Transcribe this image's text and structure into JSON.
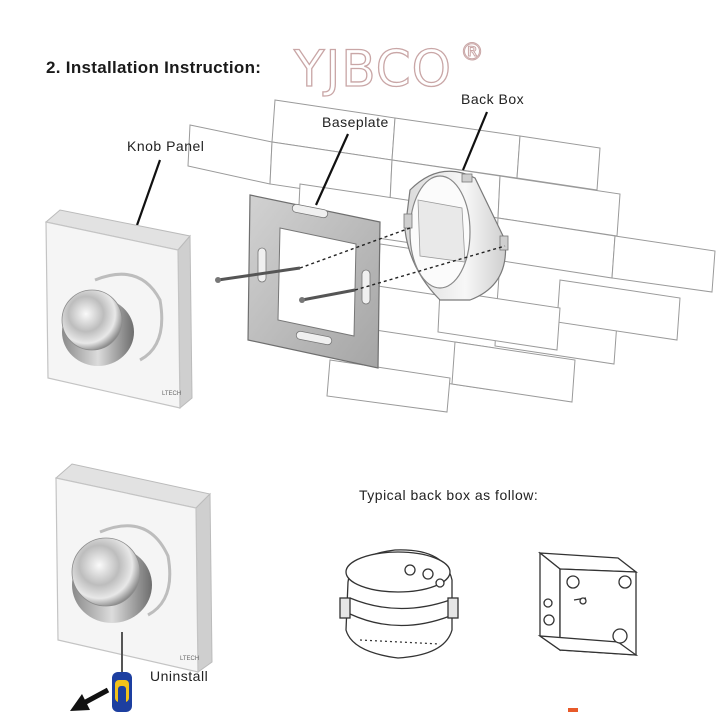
{
  "page": {
    "title": "2. Installation Instruction:",
    "brand": "YJBCO",
    "brand_mark": "®"
  },
  "labels": {
    "back_box": "Back Box",
    "baseplate": "Baseplate",
    "knob_panel": "Knob Panel",
    "typical_back_box": "Typical back box as follow:",
    "uninstall": "Uninstall"
  },
  "panel_brand": "LTECH",
  "colors": {
    "panel_face": "#f4f4f4",
    "panel_edge": "#c8c8c8",
    "baseplate": "#b9b9b9",
    "back_box": "#f0f0f0",
    "wall_line": "#9a9a9a",
    "screwdriver_handle": "#1d3fa0",
    "screwdriver_accent": "#f2c21b",
    "watermark_outline": "#c9a6a6"
  },
  "icons": {
    "arrow": "arrow-down-left-icon",
    "screwdriver": "screwdriver-icon"
  }
}
